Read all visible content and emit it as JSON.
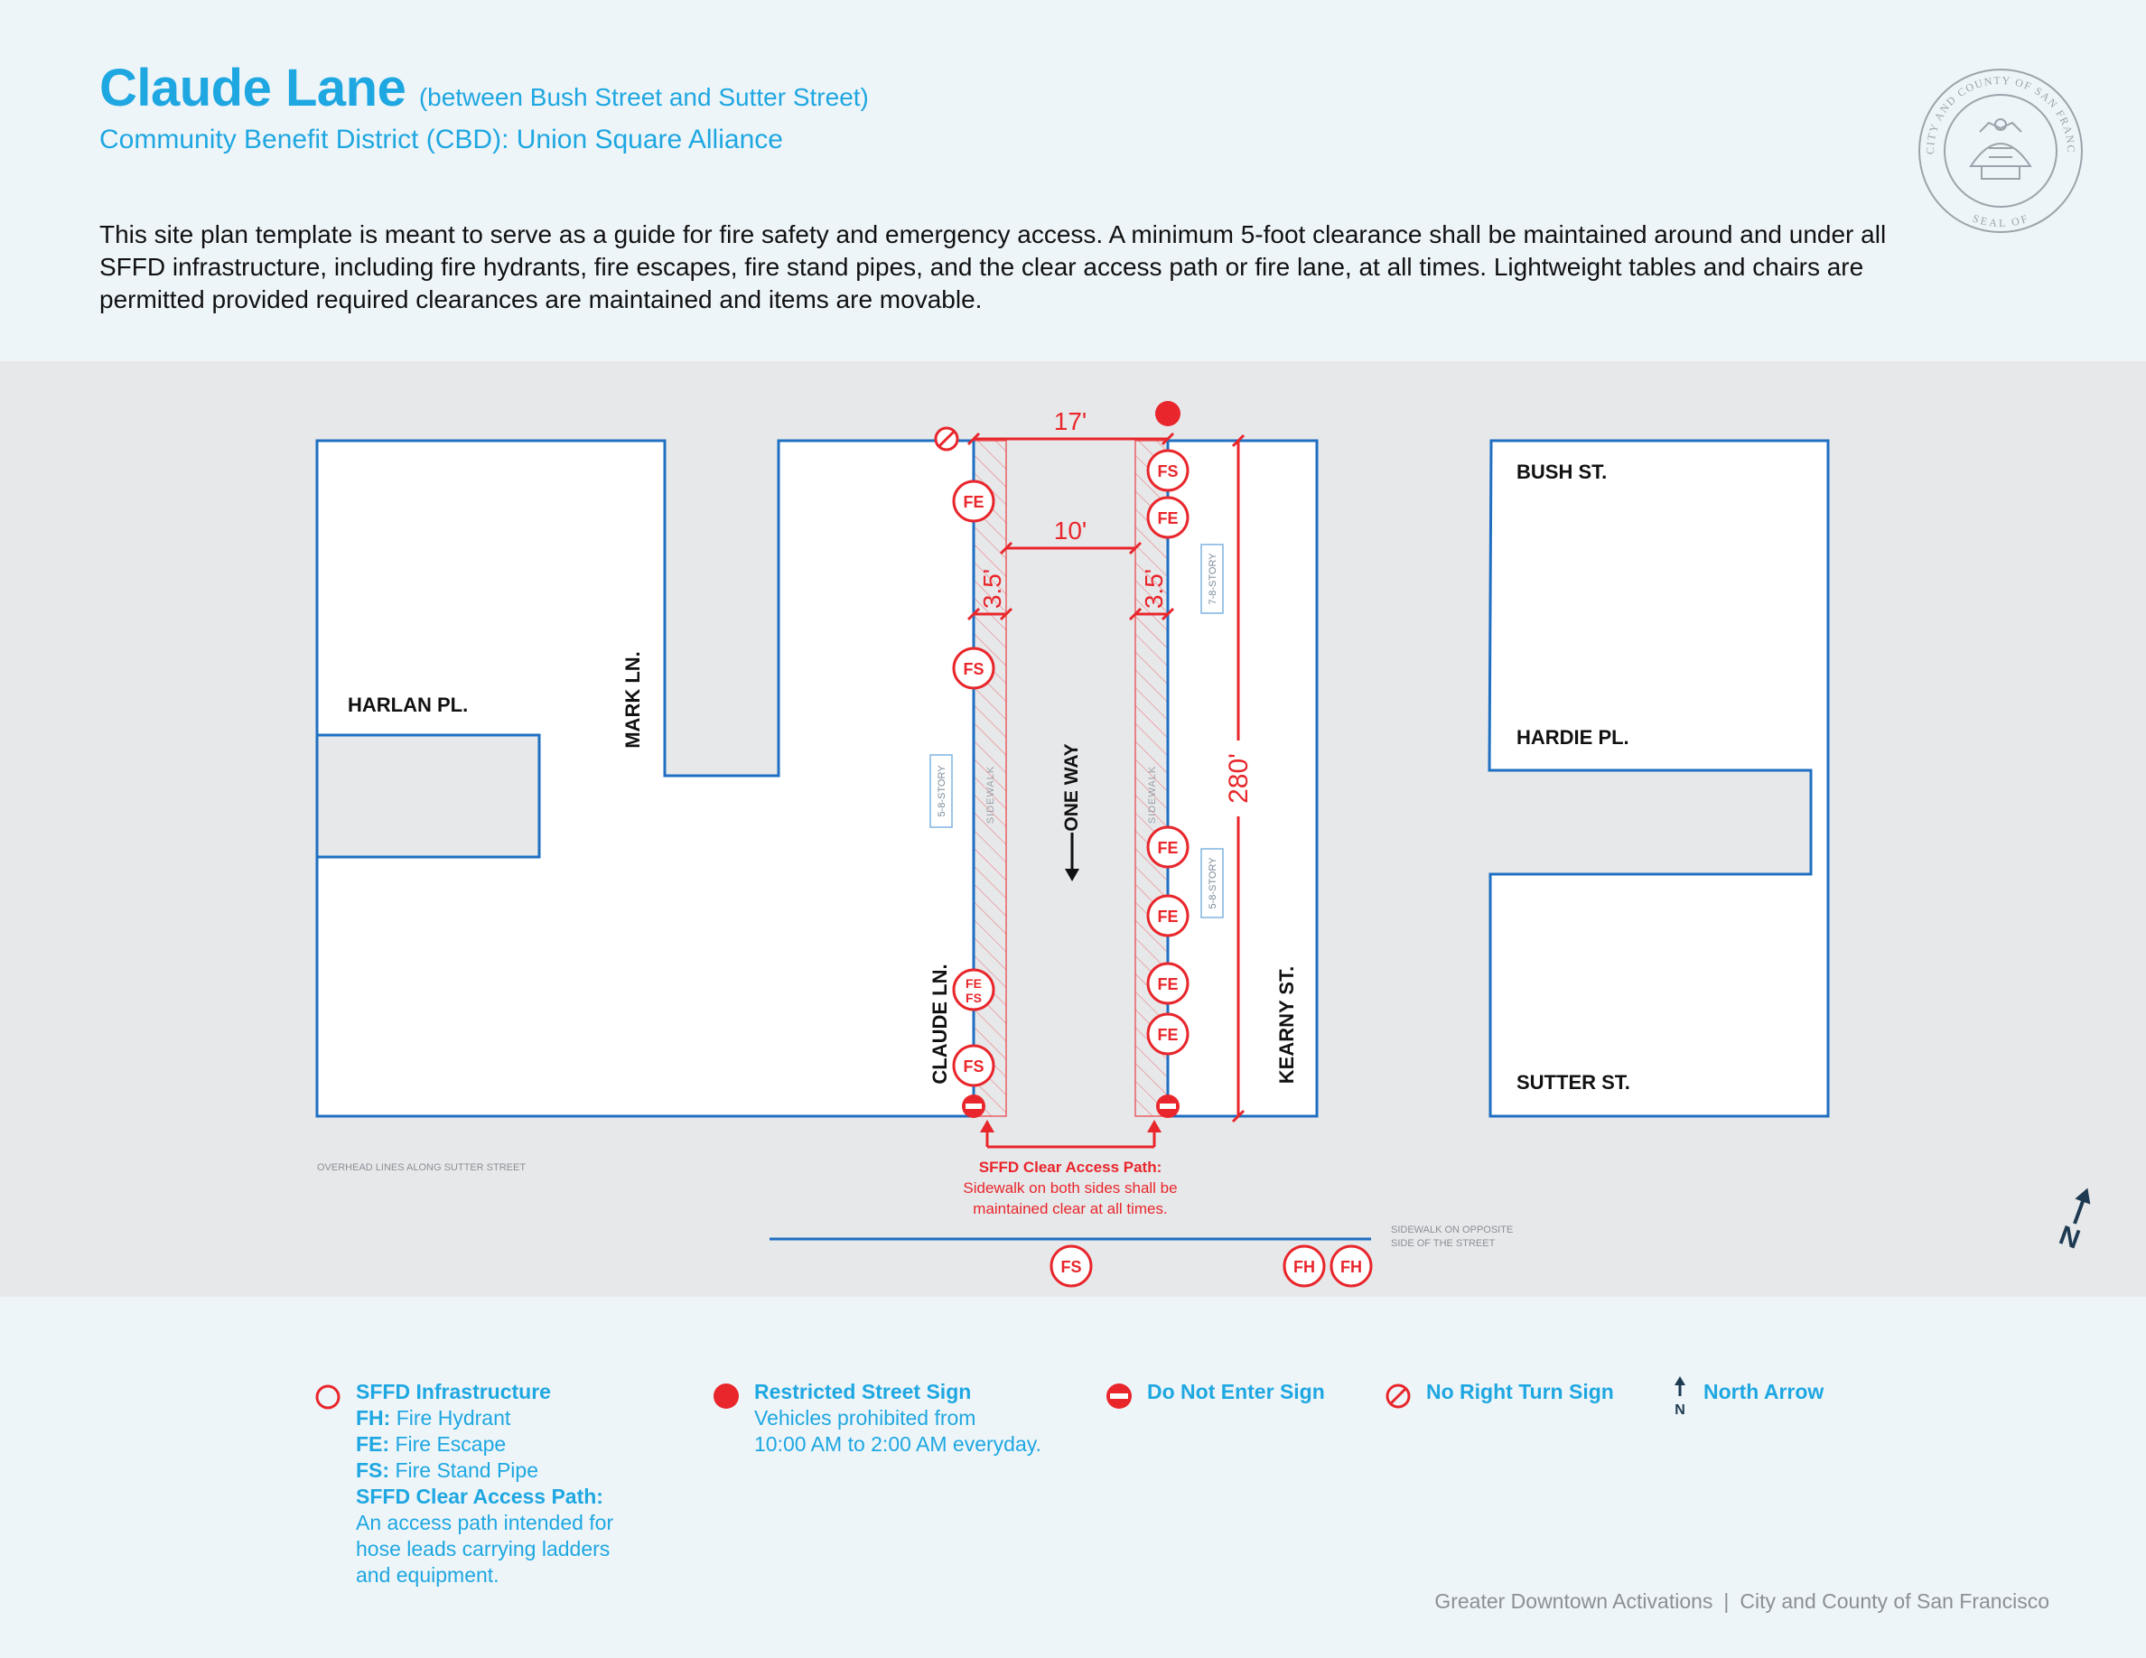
{
  "header": {
    "title": "Claude Lane",
    "title_note": "(between Bush Street and Sutter Street)",
    "subtitle": "Community Benefit District (CBD): Union Square Alliance",
    "description": "This site plan template is meant to serve as a guide for fire safety and emergency access. A minimum 5-foot clearance shall be maintained around and under all SFFD infrastructure, including fire hydrants, fire escapes, fire stand pipes, and the clear access path or fire lane, at all times. Lightweight tables and chairs are permitted provided required clearances are maintained and items are movable."
  },
  "seal": {
    "text_top": "THE CITY AND COUNTY OF SAN FRANCISCO",
    "text_bottom": "SEAL OF"
  },
  "map": {
    "streets": {
      "harlan": "HARLAN PL.",
      "mark": "MARK LN.",
      "claude": "CLAUDE LN.",
      "kearny": "KEARNY ST.",
      "bush": "BUSH ST.",
      "hardie": "HARDIE PL.",
      "sutter": "SUTTER ST."
    },
    "dimensions": {
      "width_total": "17'",
      "width_lane": "10'",
      "sidewalk_left": "3.5'",
      "sidewalk_right": "3.5'",
      "length": "280'"
    },
    "one_way": "ONE WAY",
    "sidewalk_label": "SIDEWALK",
    "building_labels": {
      "left": "5-8-STORY",
      "right_top": "7-8-STORY",
      "right_bottom": "5-8-STORY"
    },
    "markers": {
      "fe": "FE",
      "fs": "FS",
      "fh": "FH"
    },
    "access_path": {
      "title": "SFFD Clear Access Path:",
      "line1": "Sidewalk on both sides shall be",
      "line2": "maintained clear at all times."
    },
    "overhead_note": "OVERHEAD LINES ALONG SUTTER STREET",
    "opposite_note_1": "SIDEWALK ON OPPOSITE",
    "opposite_note_2": "SIDE OF THE STREET",
    "north_letter": "N"
  },
  "legend": {
    "infrastructure": {
      "title": "SFFD Infrastructure",
      "fh_code": "FH:",
      "fh_label": "Fire Hydrant",
      "fe_code": "FE:",
      "fe_label": "Fire Escape",
      "fs_code": "FS:",
      "fs_label": "Fire Stand Pipe",
      "access_title": "SFFD Clear Access Path:",
      "access_l1": "An access path intended for",
      "access_l2": "hose leads carrying ladders",
      "access_l3": "and equipment."
    },
    "restricted": {
      "title": "Restricted Street Sign",
      "l1": "Vehicles prohibited from",
      "l2": "10:00 AM to 2:00 AM everyday."
    },
    "do_not_enter": "Do Not Enter Sign",
    "no_right_turn": "No Right Turn Sign",
    "north_arrow": "North Arrow",
    "north_letter": "N"
  },
  "footer": {
    "left": "Greater Downtown Activations",
    "separator": "|",
    "right": "City and County of San Francisco"
  },
  "colors": {
    "accent_blue": "#1ea7e1",
    "building_outline": "#1f6fc2",
    "fire_red": "#e8262b",
    "map_background": "#e7e8ea",
    "page_background": "#eef5f9"
  }
}
